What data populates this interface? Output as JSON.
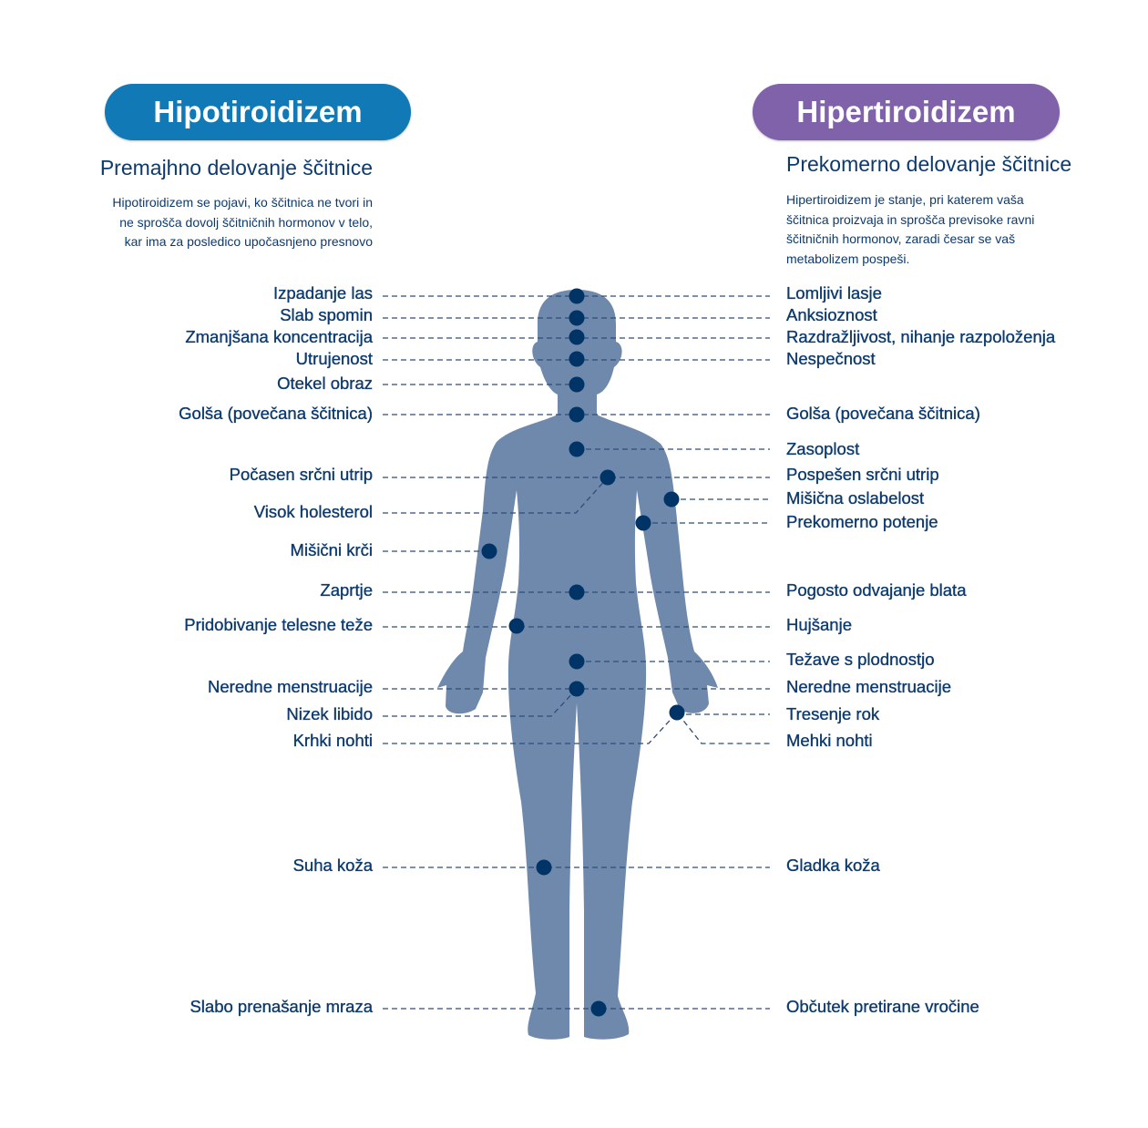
{
  "colors": {
    "hypo": "#1179b5",
    "hyper": "#8062aa",
    "text": "#0d3a6e",
    "body": "#6f89ad",
    "dot": "#003466",
    "line": "#2e4d78"
  },
  "left": {
    "title": "Hipotiroidizem",
    "subtitle": "Premajhno delovanje ščitnice",
    "description": [
      "Hipotiroidizem se pojavi, ko ščitnica ne tvori in",
      "ne sprošča dovolj ščitničnih hormonov v telo,",
      "kar ima za posledico upočasnjeno presnovo"
    ],
    "symptoms": [
      "Izpadanje las",
      "Slab spomin",
      "Zmanjšana koncentracija",
      "Utrujenost",
      "Otekel obraz",
      "Golša (povečana ščitnica)",
      "Počasen srčni utrip",
      "Visok holesterol",
      "Mišični krči",
      "Zaprtje",
      "Pridobivanje telesne teže",
      "Neredne menstruacije",
      "Nizek libido",
      "Krhki nohti",
      "Suha koža",
      "Slabo prenašanje mraza"
    ]
  },
  "right": {
    "title": "Hipertiroidizem",
    "subtitle": "Prekomerno delovanje ščitnice",
    "description": [
      "Hipertiroidizem je stanje, pri katerem vaša",
      "ščitnica proizvaja in sprošča previsoke ravni",
      "ščitničnih hormonov, zaradi česar se vaš",
      "metabolizem pospeši."
    ],
    "symptoms": [
      "Lomljivi lasje",
      "Anksioznost",
      "Razdražljivost, nihanje razpoloženja",
      "Nespečnost",
      "Golša (povečana ščitnica)",
      "Zasoplost",
      "Pospešen srčni utrip",
      "Mišična oslabelost",
      "Prekomerno potenje",
      "Pogosto odvajanje blata",
      "Hujšanje",
      "Težave s plodnostjo",
      "Neredne menstruacije",
      "Tresenje rok",
      "Mehki nohti",
      "Gladka koža",
      "Občutek pretirane vročine"
    ]
  }
}
